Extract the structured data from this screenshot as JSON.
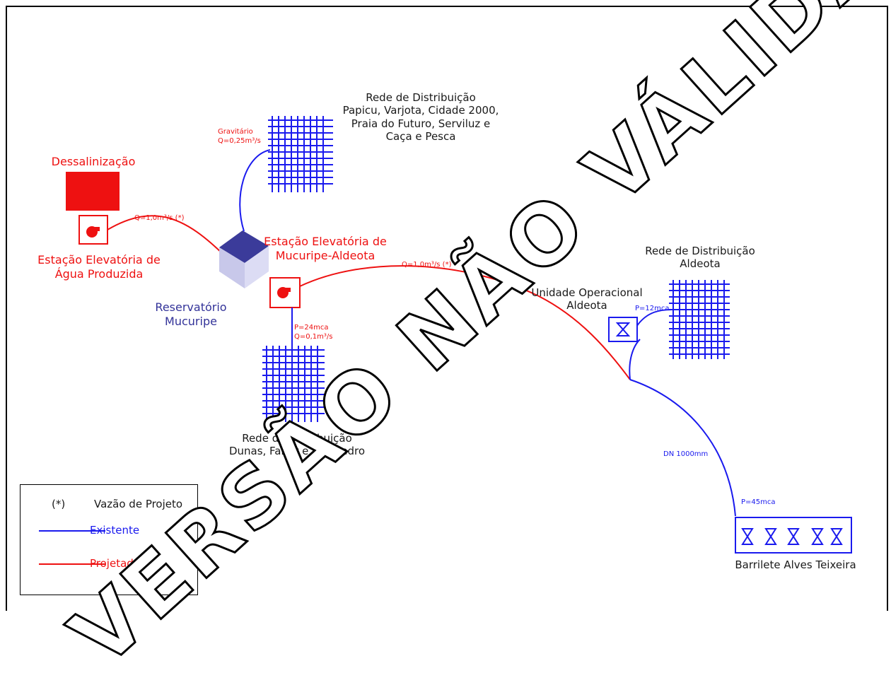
{
  "dessalinizacao": "Dessalinização",
  "ee_agua_produzida": "Estação Elevatória de\nÁgua Produzida",
  "reservatorio": "Reservatório Mucuripe",
  "ee_mucuripe_aldeota": "Estação Elevatória de\nMucuripe-Aldeota",
  "rede_papicu": "Rede de Distribuição\nPapicu, Varjota, Cidade 2000,\nPraia do Futuro, Serviluz e\nCaça e Pesca",
  "rede_aldeota": "Rede de Distribuição\nAldeota",
  "rede_dunas": "Rede de Distribuição\nDunas, Fanor e São Pedro",
  "unidade_aldeota": "Unidade Operacional\nAldeota",
  "barrilete": "Barrilete Alves Teixeira",
  "flow_dessal": "Q=1,0m³/s (*)",
  "flow_gravitario": "Gravitário\nQ=0,25m³/s",
  "flow_main": "Q=1,0m³/s (*)",
  "flow_dunas": "P=24mca\nQ=0,1m³/s",
  "press_aldeota": "P=12mca",
  "dn_main": "DN 1000mm",
  "press_barrilete": "P=45mca",
  "legend": {
    "note_symbol": "(*)",
    "note_text": "Vazão de Projeto",
    "existente": "Existente",
    "projetado": "Projetado"
  },
  "watermark": "VERSÃO NÃO VÁLIDA PARA LICITAÇÃO",
  "colors": {
    "existente": "#1a1aee",
    "projetado": "#ee1111",
    "reservatorio": "#333399"
  }
}
